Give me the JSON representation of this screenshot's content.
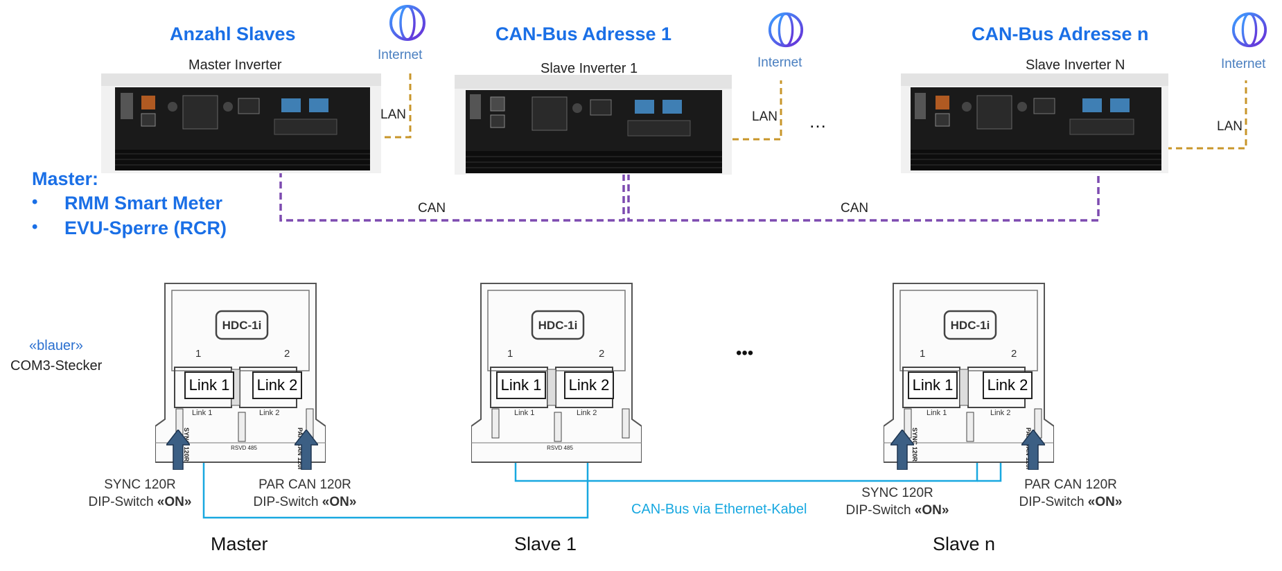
{
  "top": {
    "titles": [
      "Anzahl Slaves",
      "CAN-Bus Adresse 1",
      "CAN-Bus Adresse n"
    ],
    "inverters": [
      "Master Inverter",
      "Slave Inverter 1",
      "Slave Inverter N"
    ],
    "internet": "Internet",
    "lan": "LAN",
    "can": "CAN",
    "ellipsis": "…"
  },
  "master_info": {
    "heading": "Master:",
    "items": [
      "RMM Smart Meter",
      "EVU-Sperre (RCR)"
    ]
  },
  "bottom": {
    "connector_note": [
      "«blauer»",
      "COM3-Stecker"
    ],
    "hdc_label": "HDC-1i",
    "port_nums": [
      "1",
      "2"
    ],
    "link_labels": [
      "Link 1",
      "Link 2"
    ],
    "switch_labels": [
      "SYNC 120R",
      "PAR CAN 120R",
      "RSVD 485"
    ],
    "dip_prefix": "DIP-Switch ",
    "on": "«ON»",
    "sync_caption": "SYNC 120R",
    "par_caption": "PAR CAN 120R",
    "cable_label": "CAN-Bus via Ethernet-Kabel",
    "units": [
      "Master",
      "Slave 1",
      "Slave n"
    ],
    "ellipsis": "•••"
  },
  "colors": {
    "blue_title": "#1a6fe6",
    "lan": "#c8962a",
    "can": "#7d4bb0",
    "cable": "#18a8e0",
    "arrow": "#3c5f84"
  }
}
